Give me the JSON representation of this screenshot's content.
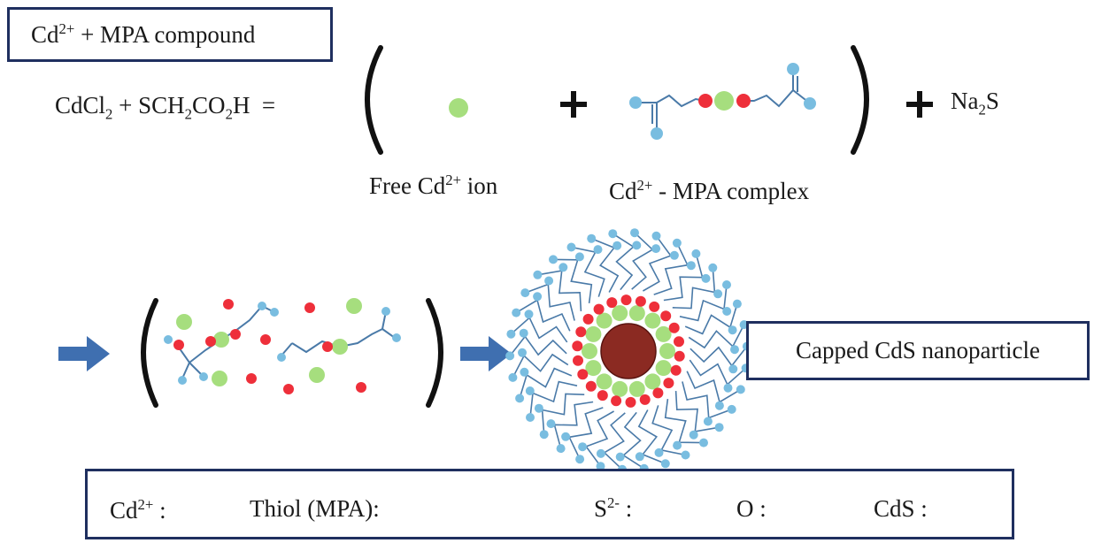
{
  "title_box": {
    "prefix": "Cd",
    "sup": "2+",
    "suffix": " + MPA compound"
  },
  "equation": {
    "lhs": {
      "cd": "CdCl",
      "cd_sub": "2",
      "plus": " + SCH",
      "s_sub1": "2",
      "mid": "CO",
      "s_sub2": "2",
      "end": "H  ="
    },
    "reagent": {
      "na": "Na",
      "na_sub": "2",
      "s": "S"
    },
    "plus_sign": "+"
  },
  "captions": {
    "free_ion": {
      "prefix": "Free Cd",
      "sup": "2+",
      "suffix": " ion"
    },
    "complex": {
      "prefix": "Cd",
      "sup": "2+",
      "suffix": " - MPA complex"
    }
  },
  "product_box": {
    "label": "Capped CdS nanoparticle"
  },
  "legend": {
    "cd": {
      "prefix": "Cd",
      "sup": "2+",
      "suffix": " :"
    },
    "thiol": {
      "label": "Thiol (MPA):"
    },
    "s": {
      "prefix": "S",
      "sup": "2-",
      "suffix": " :"
    },
    "o": {
      "label": "O :"
    },
    "cds": {
      "label": "CdS :"
    }
  },
  "colors": {
    "cd": "#a6de7e",
    "s": "#ee2f3a",
    "o": "#79bde0",
    "cds": "#8b2a22",
    "box_border": "#1f2f5f",
    "arrow": "#3f6fb0",
    "bond": "#4a7aa8"
  }
}
